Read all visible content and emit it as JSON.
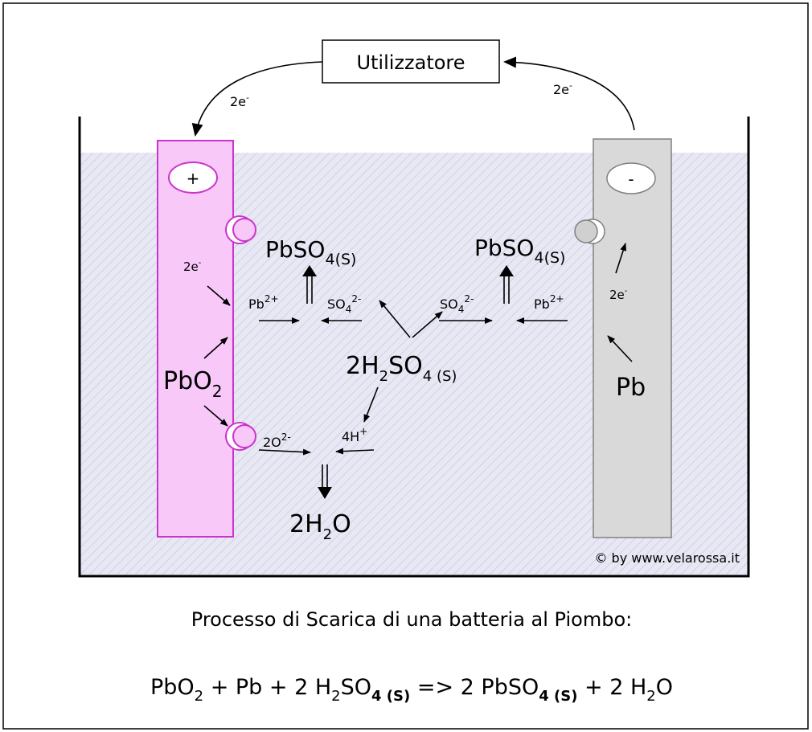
{
  "load_label": "Utilizzatore",
  "electron_left_top": "2e",
  "electron_right_top": "2e",
  "electron_left_plate": "2e",
  "electron_right_plate": "2e",
  "electron_sup": "-",
  "anode_sign": "+",
  "cathode_sign": "-",
  "anode_material": {
    "base": "PbO",
    "sub": "2"
  },
  "cathode_material": "Pb",
  "ion_pb_left": {
    "base": "Pb",
    "sup": "2+"
  },
  "ion_pb_right": {
    "base": "Pb",
    "sup": "2+"
  },
  "ion_so4_left": {
    "base": "SO",
    "sub": "4",
    "sup": "2-"
  },
  "ion_so4_right": {
    "base": "SO",
    "sub": "4",
    "sup": "2-"
  },
  "ion_o2": {
    "base": "2O",
    "sup": "2-"
  },
  "ion_h": {
    "base": "4H",
    "sup": "+"
  },
  "product_pbso4_left": {
    "base": "PbSO",
    "sub": "4(S)"
  },
  "product_pbso4_right": {
    "base": "PbSO",
    "sub": "4(S)"
  },
  "reactant_acid": {
    "coef": "2H",
    "sub1": "2",
    "mid": "SO",
    "sub2": "4 (S)"
  },
  "product_water": {
    "coef": "2H",
    "sub": "2",
    "end": "O"
  },
  "copyright": "© by www.velarossa.it",
  "caption": "Processo di Scarica di una batteria al Piombo:",
  "equation": {
    "t1": "PbO",
    "s1": "2",
    "t2": " + Pb + 2 H",
    "s2": "2",
    "t3": "SO",
    "s3": "4 (S)",
    "t4": "  => 2 PbSO",
    "s4": "4 (S)",
    "t5": " + 2 H",
    "s5": "2",
    "t6": "O"
  },
  "colors": {
    "electrolyte": "#e8e8f5",
    "hatch": "#c8c8dc",
    "anode_fill": "#f8c8f8",
    "anode_stroke": "#cc33cc",
    "cathode_fill": "#d9d9d9",
    "cathode_stroke": "#808080"
  }
}
